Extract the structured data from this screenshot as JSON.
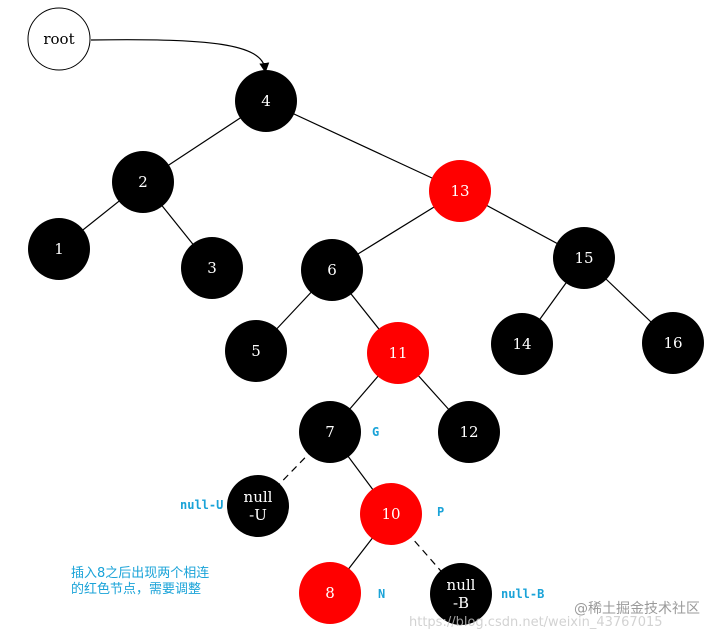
{
  "tree": {
    "root_label": "root",
    "nodes": [
      {
        "id": "n4",
        "lines": [
          "4"
        ],
        "fill": "#000000",
        "text_color": "#ffffff"
      },
      {
        "id": "n2",
        "lines": [
          "2"
        ],
        "fill": "#000000",
        "text_color": "#ffffff"
      },
      {
        "id": "n13",
        "lines": [
          "13"
        ],
        "fill": "#ff0000",
        "text_color": "#ffffff"
      },
      {
        "id": "n1",
        "lines": [
          "1"
        ],
        "fill": "#000000",
        "text_color": "#ffffff"
      },
      {
        "id": "n3",
        "lines": [
          "3"
        ],
        "fill": "#000000",
        "text_color": "#ffffff"
      },
      {
        "id": "n6",
        "lines": [
          "6"
        ],
        "fill": "#000000",
        "text_color": "#ffffff"
      },
      {
        "id": "n15",
        "lines": [
          "15"
        ],
        "fill": "#000000",
        "text_color": "#ffffff"
      },
      {
        "id": "n5",
        "lines": [
          "5"
        ],
        "fill": "#000000",
        "text_color": "#ffffff"
      },
      {
        "id": "n11",
        "lines": [
          "11"
        ],
        "fill": "#ff0000",
        "text_color": "#ffffff"
      },
      {
        "id": "n14",
        "lines": [
          "14"
        ],
        "fill": "#000000",
        "text_color": "#ffffff"
      },
      {
        "id": "n16",
        "lines": [
          "16"
        ],
        "fill": "#000000",
        "text_color": "#ffffff"
      },
      {
        "id": "n7",
        "lines": [
          "7"
        ],
        "fill": "#000000",
        "text_color": "#ffffff"
      },
      {
        "id": "n12",
        "lines": [
          "12"
        ],
        "fill": "#000000",
        "text_color": "#ffffff"
      },
      {
        "id": "nullU",
        "lines": [
          "null",
          "-U"
        ],
        "fill": "#000000",
        "text_color": "#ffffff"
      },
      {
        "id": "n10",
        "lines": [
          "10"
        ],
        "fill": "#ff0000",
        "text_color": "#ffffff"
      },
      {
        "id": "n8",
        "lines": [
          "8"
        ],
        "fill": "#ff0000",
        "text_color": "#ffffff"
      },
      {
        "id": "nullB",
        "lines": [
          "null",
          "-B"
        ],
        "fill": "#000000",
        "text_color": "#ffffff"
      }
    ],
    "edges": [
      {
        "from": "n4",
        "to": "n2",
        "dashed": false
      },
      {
        "from": "n4",
        "to": "n13",
        "dashed": false
      },
      {
        "from": "n2",
        "to": "n1",
        "dashed": false
      },
      {
        "from": "n2",
        "to": "n3",
        "dashed": false
      },
      {
        "from": "n13",
        "to": "n6",
        "dashed": false
      },
      {
        "from": "n13",
        "to": "n15",
        "dashed": false
      },
      {
        "from": "n6",
        "to": "n5",
        "dashed": false
      },
      {
        "from": "n6",
        "to": "n11",
        "dashed": false
      },
      {
        "from": "n15",
        "to": "n14",
        "dashed": false
      },
      {
        "from": "n15",
        "to": "n16",
        "dashed": false
      },
      {
        "from": "n11",
        "to": "n7",
        "dashed": false
      },
      {
        "from": "n11",
        "to": "n12",
        "dashed": false
      },
      {
        "from": "n7",
        "to": "nullU",
        "dashed": true
      },
      {
        "from": "n7",
        "to": "n10",
        "dashed": false
      },
      {
        "from": "n10",
        "to": "n8",
        "dashed": false
      },
      {
        "from": "n10",
        "to": "nullB",
        "dashed": true
      }
    ],
    "side_labels": [
      {
        "id": "G",
        "text": "G"
      },
      {
        "id": "null-U",
        "text": "null-U"
      },
      {
        "id": "P",
        "text": "P"
      },
      {
        "id": "N",
        "text": "N"
      },
      {
        "id": "null-B",
        "text": "null-B"
      }
    ]
  },
  "annotation": {
    "line1": "插入8之后出现两个相连",
    "line2": "的红色节点，需要调整"
  },
  "watermark": {
    "text": "@稀土掘金技术社区",
    "url": "https://blog.csdn.net/weixin_43767015"
  },
  "colors": {
    "black_node": "#000000",
    "red_node": "#ff0000",
    "label_blue": "#1aa3d8",
    "edge": "#000000"
  }
}
